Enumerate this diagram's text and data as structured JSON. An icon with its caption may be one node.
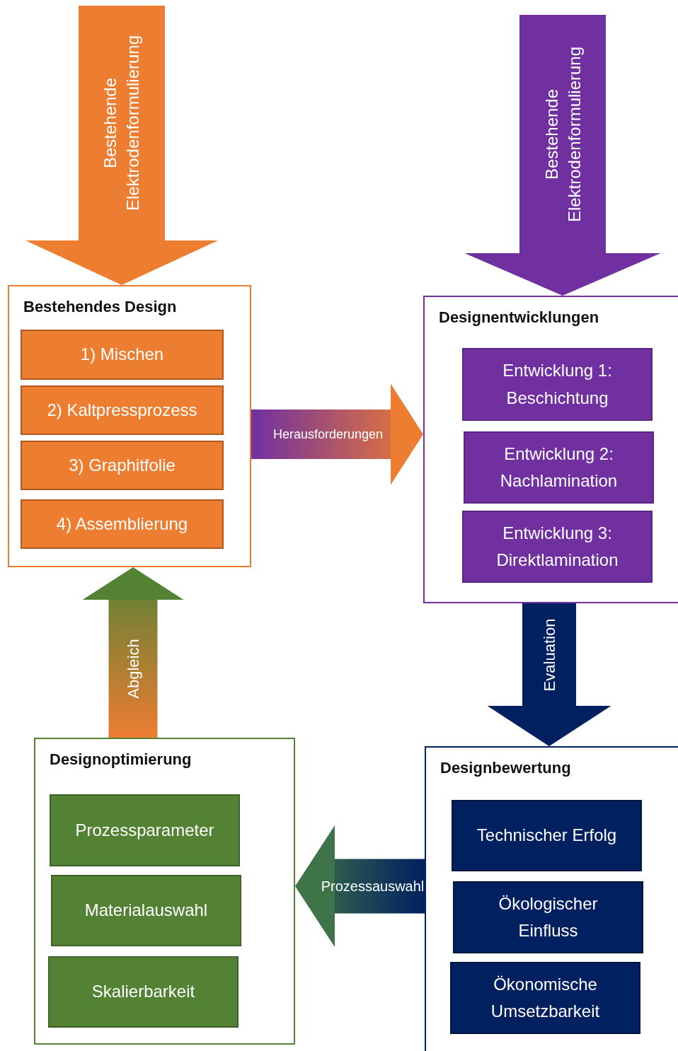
{
  "diagram": {
    "nodes": [
      {
        "text": [
          "Bestehendes Design"
        ]
      },
      {
        "text": [
          "1) Mischen"
        ],
        "in": 0
      },
      {
        "text": [
          "2) Kaltpressprozess"
        ],
        "in": 0
      },
      {
        "text": [
          "3) Graphitfolie"
        ],
        "in": 0
      },
      {
        "text": [
          "4) Assemblierung"
        ],
        "in": 0
      },
      {
        "text": [
          "Designentwicklungen"
        ]
      },
      {
        "text": [
          "Entwicklung 1: Beschichtung"
        ],
        "in": 5
      },
      {
        "text": [
          "Entwicklung 2: Nachlamination"
        ],
        "in": 5
      },
      {
        "text": [
          "Entwicklung 3: Direktlamination"
        ],
        "in": 5
      },
      {
        "text": [
          "Designbewertung"
        ]
      },
      {
        "text": [
          "Technischer Erfolg"
        ],
        "in": 9
      },
      {
        "text": [
          "Ökologischer Einfluss"
        ],
        "in": 9
      },
      {
        "text": [
          "Ökonomische Umsetzbarkeit"
        ],
        "in": 9
      },
      {
        "text": [
          "Designoptimierung"
        ]
      },
      {
        "text": [
          "Prozessparameter"
        ],
        "in": 13
      },
      {
        "text": [
          "Materialauswahl"
        ],
        "in": 13
      },
      {
        "text": [
          "Skalierbarkeit"
        ],
        "in": 13
      }
    ],
    "edges": [
      {
        "from": null,
        "to": 0,
        "arrow": "to",
        "label": "Bestehende Elektrodenformulierung",
        "color": "#ed7d31"
      },
      {
        "from": null,
        "to": 5,
        "arrow": "to",
        "label": "Bestehende Elektrodenformulierung",
        "color": "#7030a0"
      },
      {
        "from": 0,
        "to": 5,
        "arrow": "to",
        "label": "Herausforderungen",
        "color": "#ed7d31"
      },
      {
        "from": 5,
        "to": 9,
        "arrow": "to",
        "label": "Evaluation",
        "color": "#002060"
      },
      {
        "from": 9,
        "to": 13,
        "arrow": "to",
        "label": "Prozessauswahl",
        "color": "#3f7348"
      },
      {
        "from": 13,
        "to": 0,
        "arrow": "to",
        "label": "Abgleich",
        "color": "#548235"
      }
    ]
  }
}
